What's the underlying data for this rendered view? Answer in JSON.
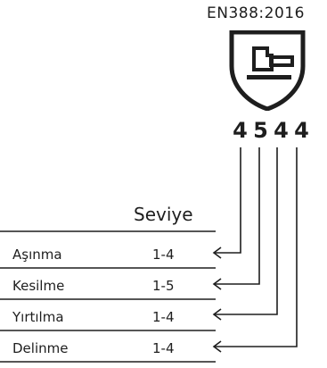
{
  "standard_label": "EN388:2016",
  "score_digits": [
    "4",
    "5",
    "4",
    "4"
  ],
  "level_header": "Seviye",
  "rows": [
    {
      "name": "Aşınma",
      "value": "1-4"
    },
    {
      "name": "Kesilme",
      "value": "1-5"
    },
    {
      "name": "Yırtılma",
      "value": "1-4"
    },
    {
      "name": "Delinme",
      "value": "1-4"
    }
  ],
  "icons": {
    "shield": "hammer-glove-shield-icon"
  },
  "colors": {
    "ink": "#1e1e1e",
    "background": "#ffffff"
  }
}
